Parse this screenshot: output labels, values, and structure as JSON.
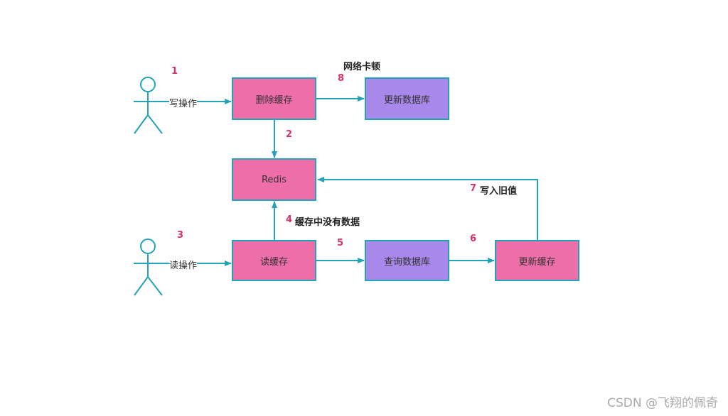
{
  "actors": {
    "writer": {
      "label": "写操作",
      "step": "1"
    },
    "reader": {
      "label": "读操作",
      "step": "3"
    }
  },
  "boxes": {
    "delete_cache": "删除缓存",
    "update_db": "更新数据库",
    "redis": "Redis",
    "read_cache": "读缓存",
    "query_db": "查询数据库",
    "update_cache": "更新缓存"
  },
  "edges": {
    "delete_to_update": {
      "step": "8",
      "label": "网络卡顿"
    },
    "delete_to_redis": {
      "step": "2"
    },
    "read_to_redis": {
      "step": "4",
      "label": "缓存中没有数据"
    },
    "read_to_query": {
      "step": "5"
    },
    "query_to_update": {
      "step": "6"
    },
    "update_to_redis": {
      "step": "7",
      "label": "写入旧值"
    }
  },
  "colors": {
    "line": "#23a3b8",
    "cache_box": "#ed6ea9",
    "db_box": "#a888ea",
    "step_number": "#d6336c"
  },
  "watermark": "CSDN @飞翔的佩奇"
}
